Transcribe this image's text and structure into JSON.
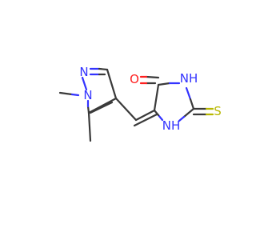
{
  "molecule": {
    "atoms": {
      "pyrazole_n2": {
        "symbol": "N",
        "color": "#3333ff"
      },
      "pyrazole_n1": {
        "symbol": "N",
        "color": "#3333ff"
      },
      "ring_n3": {
        "symbol": "NH",
        "color": "#3333ff"
      },
      "ring_n1": {
        "symbol": "NH",
        "color": "#3333ff"
      },
      "carbonyl_o": {
        "symbol": "O",
        "color": "#ff2020"
      },
      "thione_s": {
        "symbol": "S",
        "color": "#b8b800"
      }
    },
    "colors": {
      "carbon": "#3a3a3a",
      "nitrogen": "#3333ff",
      "oxygen": "#ff2020",
      "sulfur": "#b8b800"
    }
  }
}
